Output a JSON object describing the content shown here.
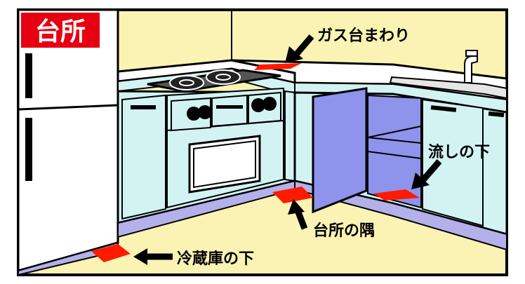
{
  "title": {
    "text": "台所",
    "bg_color": "#e60012",
    "text_color": "#ffffff"
  },
  "labels": {
    "gas_stand": "ガス台まわり",
    "under_sink": "流しの下",
    "kitchen_corner": "台所の隅",
    "under_fridge": "冷蔵庫の下"
  },
  "colors": {
    "wall": "#fbf3b4",
    "floor": "#fbf3b4",
    "cabinet": "#d3f3f3",
    "baseboard": "#b3b0ea",
    "open_door": "#8e93ec",
    "marker": "#ff1a00",
    "outline": "#000000"
  }
}
